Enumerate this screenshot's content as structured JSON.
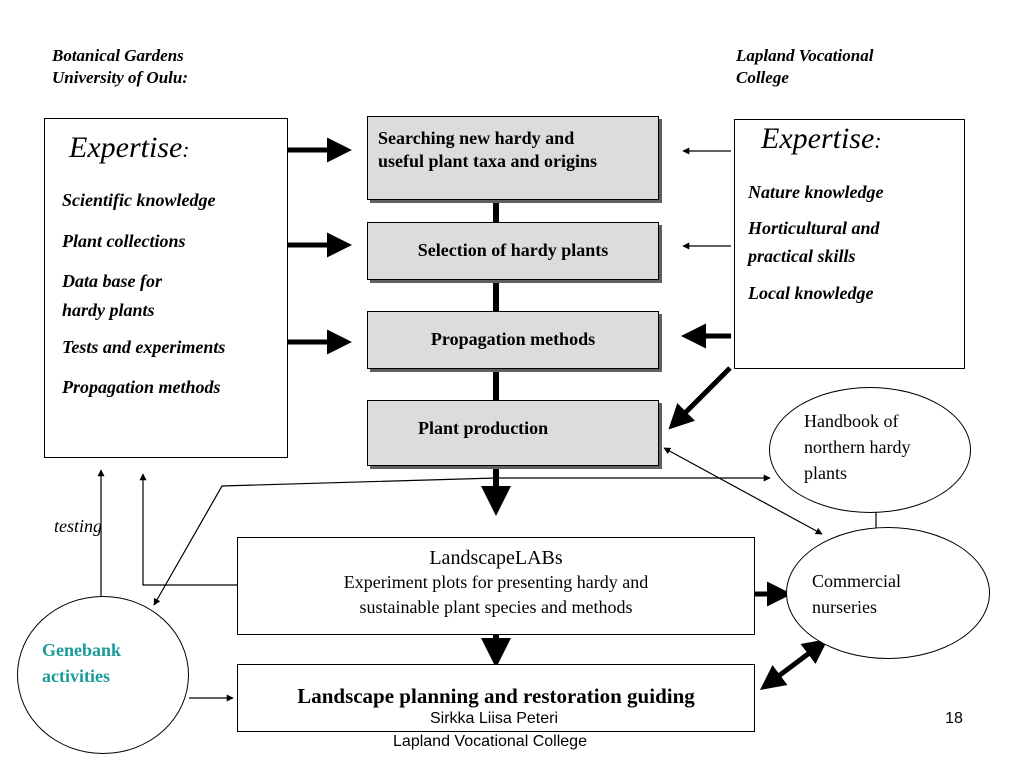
{
  "headers": {
    "left": [
      "Botanical Gardens",
      "University of Oulu:"
    ],
    "right": [
      "Lapland Vocational",
      "College"
    ]
  },
  "left_panel": {
    "title": "Expertise",
    "title_suffix": ":",
    "items": [
      "Scientific knowledge",
      "Plant collections",
      "Data base for",
      "hardy plants",
      "Tests and experiments",
      "Propagation methods"
    ]
  },
  "right_panel": {
    "title": "Expertise",
    "title_suffix": ":",
    "items": [
      "Nature knowledge",
      "Horticultural and",
      "practical skills",
      "Local knowledge"
    ]
  },
  "process": {
    "step1": [
      "Searching new hardy and",
      "useful plant taxa and origins"
    ],
    "step2": "Selection of hardy plants",
    "step3": "Propagation methods",
    "step4": "Plant production"
  },
  "handbook": [
    "Handbook of",
    "northern hardy",
    "plants"
  ],
  "nurseries": [
    "Commercial",
    "nurseries"
  ],
  "landscapelabs": {
    "title": "LandscapeLABs",
    "lines": [
      "Experiment plots for presenting hardy and",
      "sustainable plant species and methods"
    ]
  },
  "planning": "Landscape planning and restoration guiding",
  "genebank": [
    "Genebank",
    "activities"
  ],
  "testing": "testing",
  "footer": {
    "author": "Sirkka Liisa Peteri",
    "org": "Lapland Vocational College",
    "page": "18"
  },
  "colors": {
    "box_fill": "#dcdcdc",
    "genebank_text": "#1a9a9a"
  }
}
